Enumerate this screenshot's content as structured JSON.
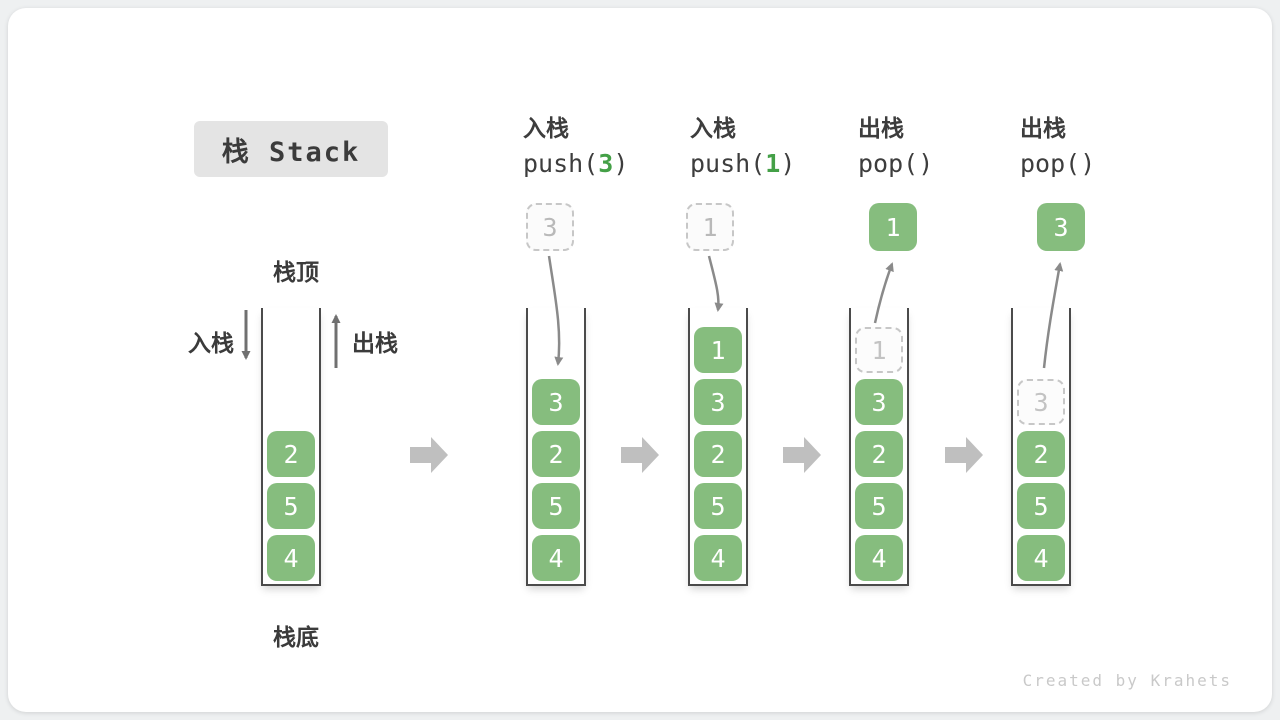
{
  "title": "栈 Stack",
  "watermark": "Created by Krahets",
  "stack_labels": {
    "top": "栈顶",
    "bottom": "栈底",
    "push_side": "入栈",
    "pop_side": "出栈"
  },
  "steps": [
    {
      "label": "入栈",
      "code_pre": "push(",
      "code_arg": "3",
      "code_post": ")"
    },
    {
      "label": "入栈",
      "code_pre": "push(",
      "code_arg": "1",
      "code_post": ")"
    },
    {
      "label": "出栈",
      "code_pre": "pop(",
      "code_arg": "",
      "code_post": ")"
    },
    {
      "label": "出栈",
      "code_pre": "pop(",
      "code_arg": "",
      "code_post": ")"
    }
  ],
  "stacks": [
    {
      "cells": [
        "2",
        "5",
        "4"
      ]
    },
    {
      "incoming": "3",
      "cells": [
        "3",
        "2",
        "5",
        "4"
      ]
    },
    {
      "incoming": "1",
      "cells": [
        "1",
        "3",
        "2",
        "5",
        "4"
      ]
    },
    {
      "outgoing": "1",
      "ghost": "1",
      "cells": [
        "3",
        "2",
        "5",
        "4"
      ]
    },
    {
      "outgoing": "3",
      "ghost": "3",
      "cells": [
        "2",
        "5",
        "4"
      ]
    }
  ],
  "colors": {
    "cell_green": "#86bd7e",
    "code_arg_green": "#44a047",
    "step_arrow_gray": "#bfbfbf",
    "flow_arrow_gray": "#8a8a8a",
    "title_box_bg": "#e4e4e4"
  }
}
